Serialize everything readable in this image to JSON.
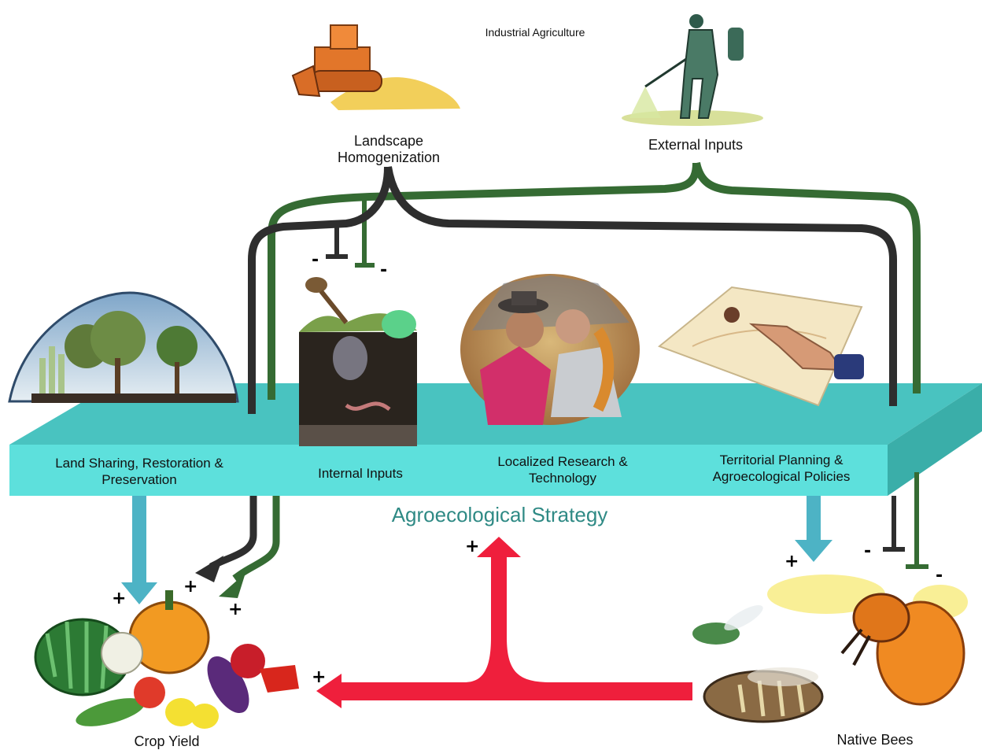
{
  "title": "Industrial Agriculture",
  "strategy_label": "Agroecological Strategy",
  "threats": [
    {
      "label": "Landscape\nHomogenization",
      "icon": "bulldozer-icon"
    },
    {
      "label": "External Inputs",
      "icon": "pesticide-sprayer-icon"
    }
  ],
  "components": [
    {
      "label": "Land Sharing, Restoration &\nPreservation",
      "icon": "habitat-dome-icon"
    },
    {
      "label": "Internal Inputs",
      "icon": "soil-profile-icon"
    },
    {
      "label": "Localized Research &\nTechnology",
      "icon": "farmers-research-icon"
    },
    {
      "label": "Territorial Planning &\nAgroecological Policies",
      "icon": "map-pointing-icon"
    }
  ],
  "outcomes": [
    {
      "label": "Crop Yield",
      "icon": "vegetables-icon"
    },
    {
      "label": "Native Bees",
      "icon": "bees-icon"
    }
  ],
  "signs": {
    "plus": "+",
    "minus": "-"
  },
  "colors": {
    "platform_top": "#49c3c0",
    "platform_front": "#5de0dc",
    "platform_side": "#3aaea9",
    "strategy_text": "#2f8a85",
    "dark_line": "#2e2e2e",
    "green_line": "#356b33",
    "blue_arrow": "#4db3c5",
    "red_arrow": "#ef1f3c"
  }
}
